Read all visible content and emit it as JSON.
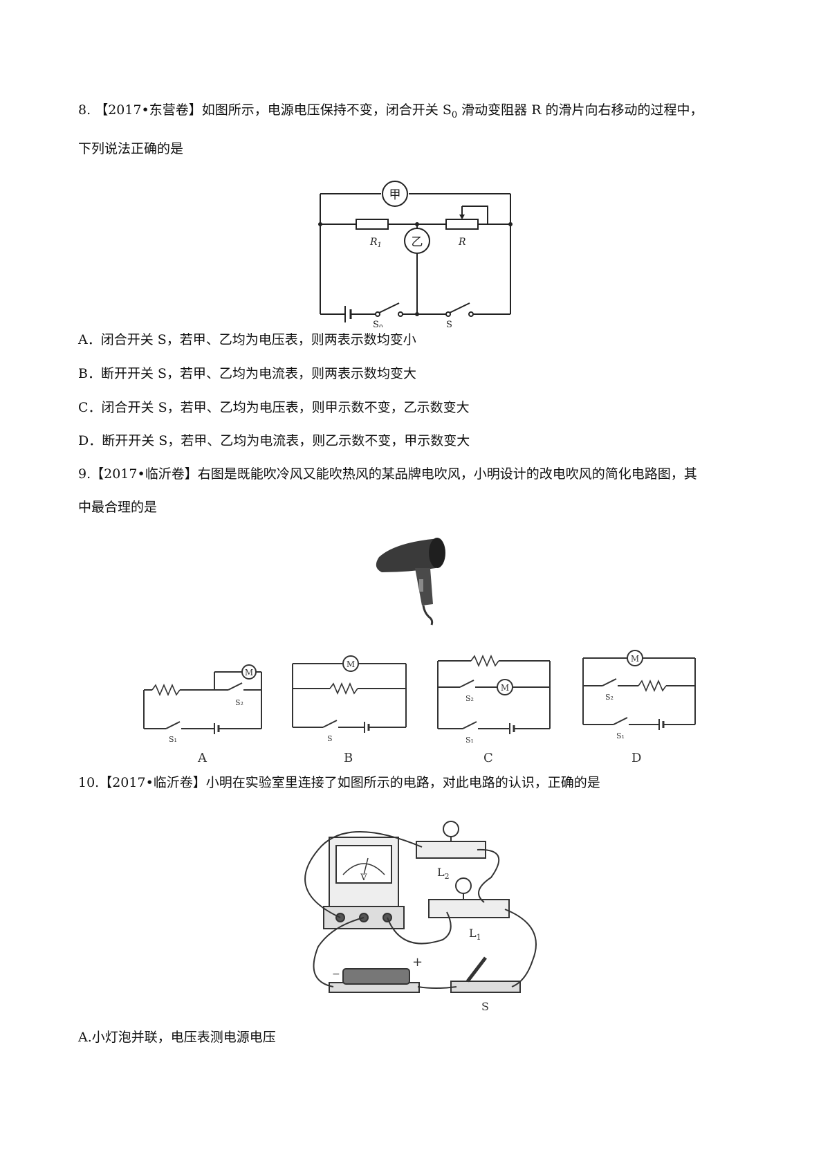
{
  "q8": {
    "num": "8.",
    "tag": "【2017•东营卷】",
    "stem_part1": "如图所示，电源电压保持不变，闭合开关",
    "s0_main": "S",
    "s0_sub": "0",
    "stem_part2": "滑动变阻器 R 的滑片向右移动的过程中，",
    "stem_line2": "下列说法正确的是",
    "figure": {
      "meter_top": "甲",
      "meter_mid": "乙",
      "r1_main": "R",
      "r1_sub": "1",
      "r_label": "R",
      "s0_main": "S",
      "s0_sub": "0",
      "s_label": "S"
    },
    "options": [
      "A．闭合开关 S，若甲、乙均为电压表，则两表示数均变小",
      "B．断开开关 S，若甲、乙均为电流表，则两表示数均变大",
      "C．闭合开关 S，若甲、乙均为电压表，则甲示数不变，乙示数变大",
      "D．断开开关 S，若甲、乙均为电流表，则乙示数不变，甲示数变大"
    ]
  },
  "q9": {
    "line1": "9.【2017•临沂卷】右图是既能吹冷风又能吹热风的某品牌电吹风，小明设计的改电吹风的简化电路图，其",
    "line2": "中最合理的是",
    "motor_label": "M",
    "circuits": [
      {
        "label": "A",
        "s_top": "S₂",
        "s_bottom": "S₁"
      },
      {
        "label": "B",
        "s_bottom": "S"
      },
      {
        "label": "C",
        "s_top": "S₂",
        "s_bottom": "S₁"
      },
      {
        "label": "D",
        "s_top": "S₂",
        "s_bottom": "S₁"
      }
    ]
  },
  "q10": {
    "line1": "10.【2017•临沂卷】小明在实验室里连接了如图所示的电路，对此电路的认识，正确的是",
    "figure": {
      "l2_main": "L",
      "l2_sub": "2",
      "l1_main": "L",
      "l1_sub": "1",
      "meter": "V",
      "switch": "S",
      "plus": "+",
      "minus": "−"
    },
    "option_a": "A.小灯泡并联，电压表测电源电压"
  }
}
